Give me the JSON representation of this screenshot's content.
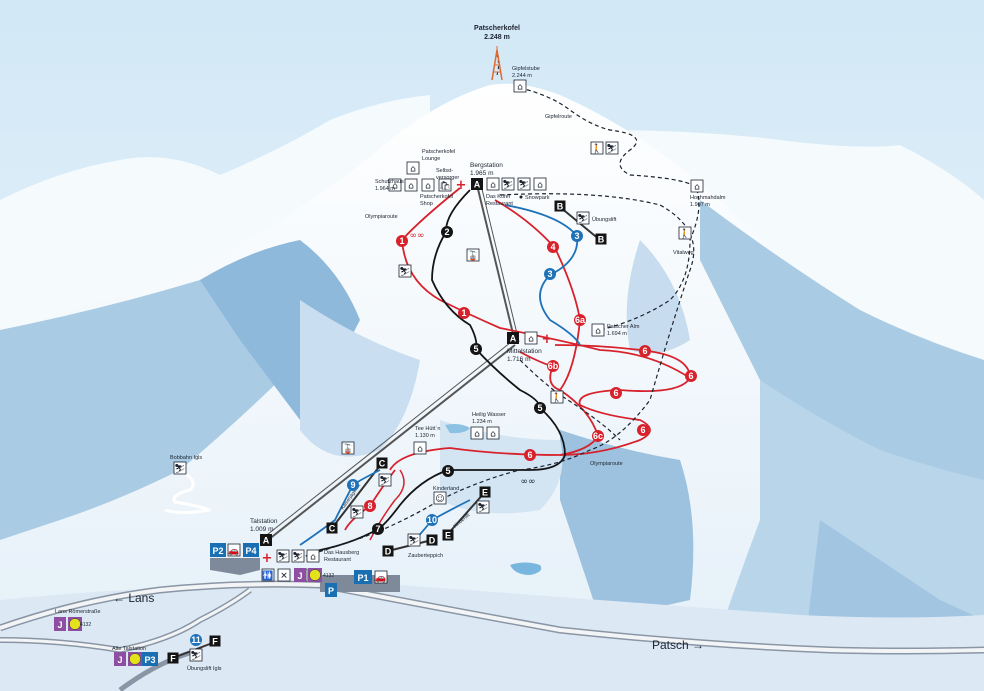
{
  "summit": {
    "name": "Patscherkofel",
    "elevation": "2.248 m"
  },
  "places": {
    "gipfelstube": {
      "name": "Gipfelstube",
      "elevation": "2.244 m"
    },
    "gipfelroute": "Gipfelroute",
    "lounge": {
      "line1": "Patscherkofel",
      "line2": "Lounge"
    },
    "selbstversorger": {
      "line1": "Selbst-",
      "line2": "versorger"
    },
    "schutzhaus": {
      "name": "Schutzhaus",
      "elevation": "1.964 m"
    },
    "bergstation": {
      "name": "Bergstation",
      "elevation": "1.965 m"
    },
    "shop": {
      "line1": "Patscherkofel",
      "line2": "Shop"
    },
    "kofel_restaurant": {
      "line1": "Das Kofel",
      "line2": "Restaurant"
    },
    "snowpark": "Snowpark",
    "hochmahdalm": {
      "name": "Hochmahdalm",
      "elevation": "1.907 m"
    },
    "olympiaroute_top": "Olympiaroute",
    "uebungslift_top": "Übungslift",
    "vitalweg": "Vitalweg",
    "patscher_alm": {
      "name": "Patscher Alm",
      "elevation": "1.694 m"
    },
    "mittelstation": {
      "name": "Mittelstation",
      "elevation": "1.716 m"
    },
    "heilig_wasser": {
      "name": "Heilig Wasser",
      "elevation": "1.234 m"
    },
    "tee_huettn": {
      "name": "Tee Hütt´n",
      "elevation": "1.130 m"
    },
    "olympiaroute_bottom": "Olympiaroute",
    "bobbahn": "Bobbahn Igls",
    "kinderland": "Kinderland",
    "talstation": {
      "name": "Talstation",
      "elevation": "1.009 m"
    },
    "hausberg": {
      "line1": "Das Hausberg",
      "line2": "Restaurant"
    },
    "zauberteppich": "Zauberteppich",
    "kinderlift": "Kinderlift",
    "kaiserjaegerlift": "Kaiserjägerlift",
    "lans_roemerstrasse": "Lans Römerstraße",
    "alte_talstation": "Alte Talstation",
    "uebungslift_igls": "Übungslift Igls",
    "bus_line": "4132"
  },
  "roads": {
    "lans": "← Lans",
    "patsch": "Patsch →"
  },
  "lifts": {
    "A": "A",
    "B": "B",
    "C": "C",
    "D": "D",
    "E": "E",
    "F": "F"
  },
  "parking": {
    "p1": "P1",
    "p2": "P2",
    "p3": "P3",
    "p4": "P4",
    "p_small": "P"
  },
  "bus_stop": "J",
  "runs": {
    "r1a": "1",
    "r1b": "1",
    "r2": "2",
    "r3a": "3",
    "r3b": "3",
    "r4": "4",
    "r5a": "5",
    "r5b": "5",
    "r5c": "5",
    "r6a": "6a",
    "r6b": "6b",
    "r6c": "6c",
    "r6d": "6",
    "r6e": "6",
    "r6f": "6",
    "r6g": "6",
    "r6h": "6",
    "r7": "7",
    "r8": "8",
    "r9": "9",
    "r10": "10",
    "r11": "11"
  },
  "colors": {
    "sky": "#dcecf7",
    "snow": "#ffffff",
    "shadow": "#9fc3df",
    "red_run": "#d7222c",
    "blue_run": "#1f72b8",
    "black_run": "#141414",
    "parking": "#1a6fb3",
    "bus": "#8e4fa3",
    "bus_badge": "#e4e21b"
  },
  "icons": [
    "hut-icon",
    "restaurant-icon",
    "first-aid-icon",
    "gondola-icon",
    "hiker-icon",
    "sledge-icon",
    "olympic-rings-icon",
    "ski-school-icon",
    "car-icon",
    "toilet-icon",
    "bus-icon",
    "bob-icon",
    "kids-icon",
    "shop-icon",
    "tower-icon",
    "rental-icon"
  ]
}
